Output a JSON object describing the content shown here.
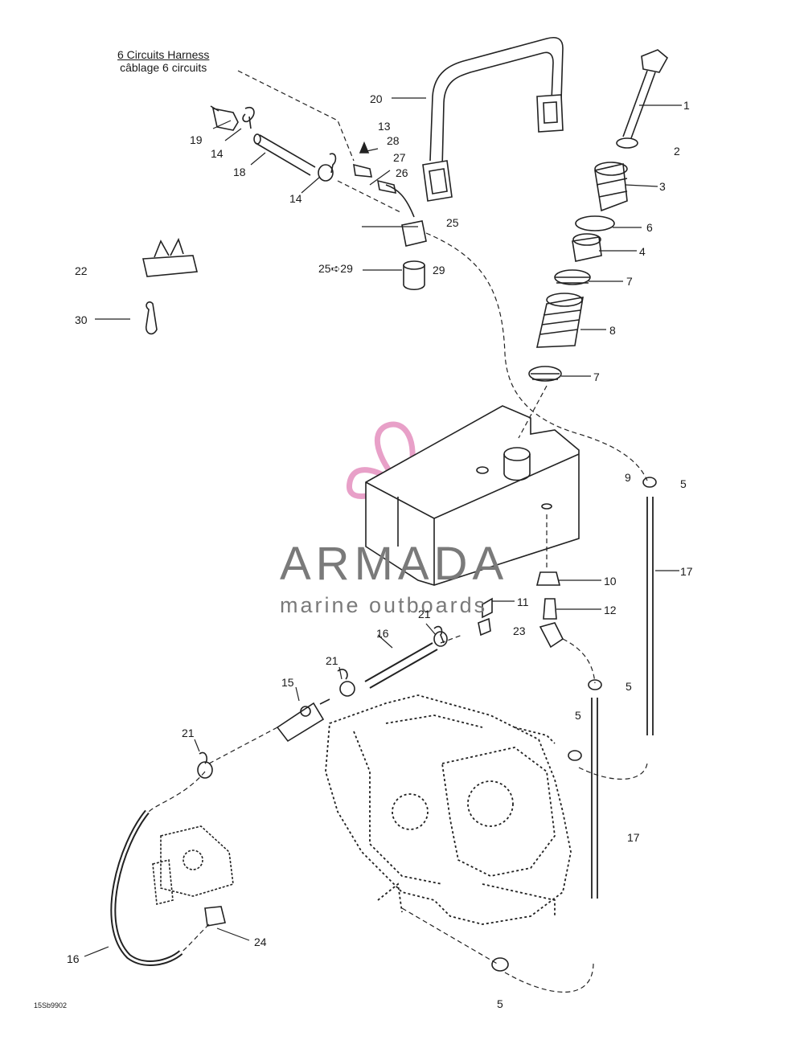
{
  "harness": {
    "line1": "6 Circuits Harness",
    "line2": "câblage 6 circuits"
  },
  "drawing_code": "15Sb9902",
  "watermark": {
    "brand": "ARMADA",
    "tagline": "marine outboards",
    "color": "#e8a0c8"
  },
  "callouts": [
    "1",
    "2",
    "3",
    "6",
    "4",
    "7",
    "8",
    "7",
    "5",
    "9",
    "17",
    "10",
    "11",
    "12",
    "23",
    "5",
    "5",
    "17",
    "5",
    "20",
    "13",
    "28",
    "27",
    "26",
    "25",
    "29",
    "25➪29",
    "19",
    "14",
    "18",
    "14",
    "22",
    "30",
    "21",
    "16",
    "21",
    "15",
    "21",
    "24",
    "16"
  ]
}
